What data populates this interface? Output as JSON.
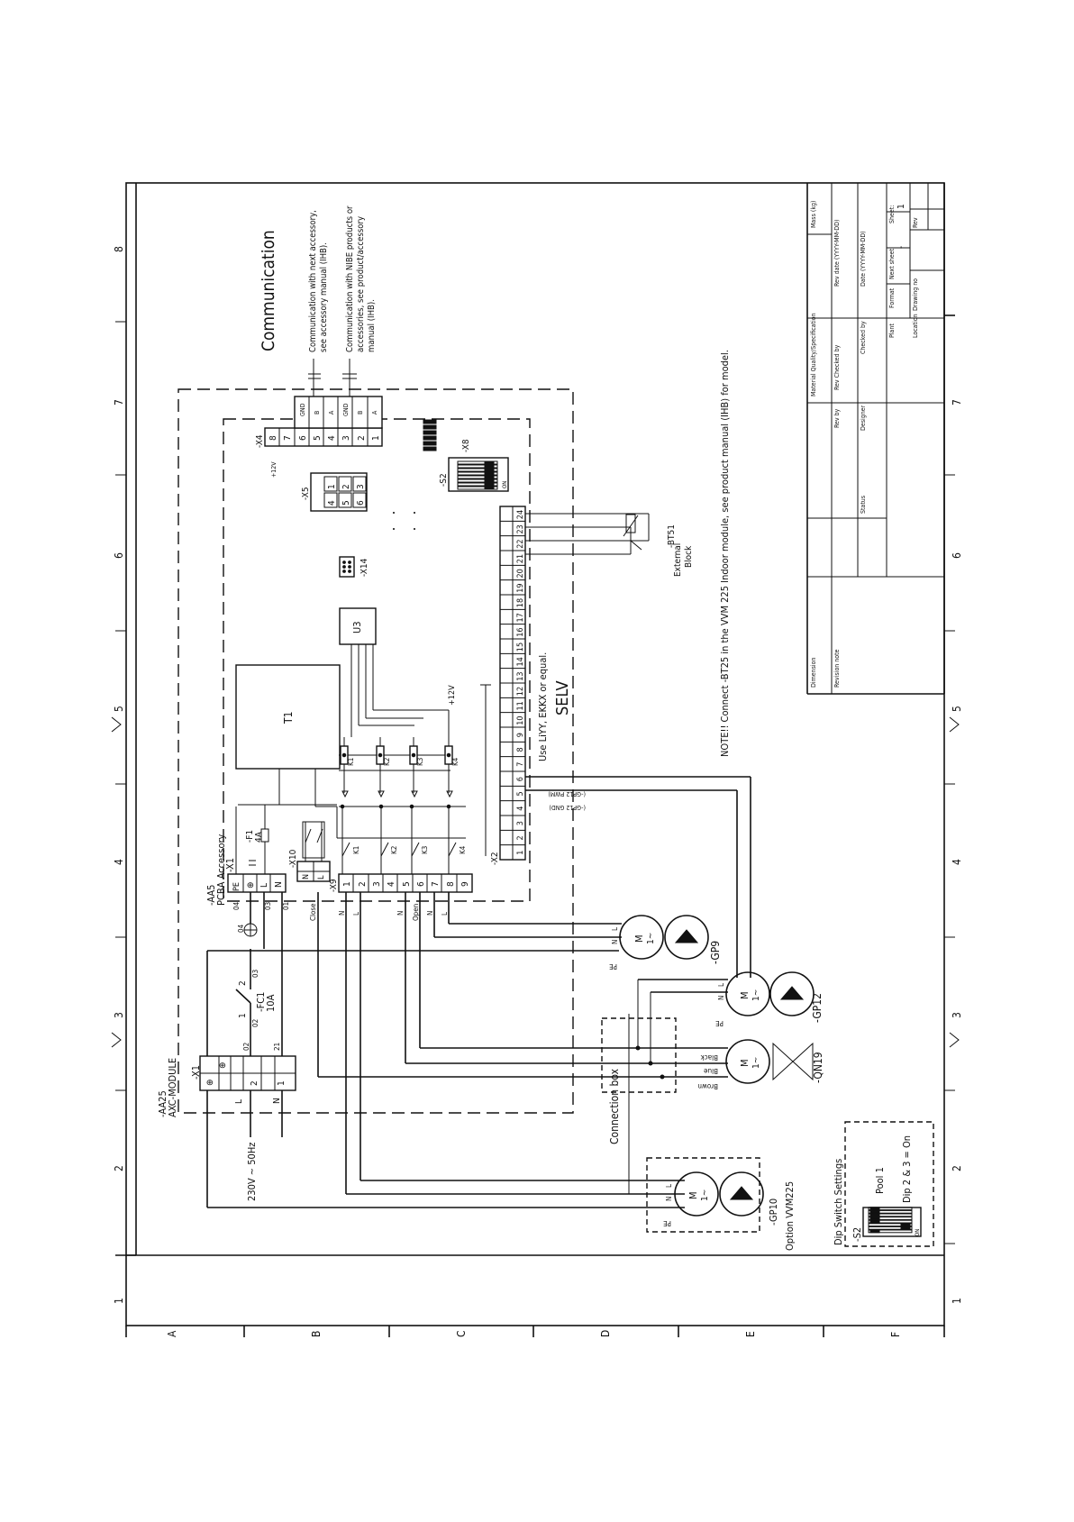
{
  "communication": {
    "title": "Communication",
    "note_accessory_l1": "Communication with next accessory,",
    "note_accessory_l2": "see accessory manual (IHB).",
    "note_nibe_l1": "Communication with NIBE products or",
    "note_nibe_l2": "accessories, see product/accessory",
    "note_nibe_l3": "manual (IHB)."
  },
  "modules": {
    "aa25_l1": "-AA25",
    "aa25_l2": "AXC-MODULE",
    "aa5_l1": "-AA5",
    "aa5_l2": "PCBA Accessory",
    "t1": "T1",
    "u3": "U3",
    "x1_aa5": "-X1",
    "x1_aa25": "-X1",
    "x2": "-X2",
    "x4": "-X4",
    "x5": "-X5",
    "x8": "-X8",
    "x9": "-X9",
    "x10": "-X10",
    "x14": "-X14",
    "s2": "-S2",
    "f1_l1": "-F1",
    "f1_l2": "4A",
    "fc1_l1": "-FC1",
    "fc1_l2": "10A",
    "bt51": "-BT51",
    "external_l1": "External",
    "external_l2": "Block",
    "connection_box": "Connection box",
    "supply": "230V ~ 50Hz",
    "plus12v_x4": "+12V",
    "plus12v_relay": "+12V"
  },
  "cable_note": {
    "l1": "Use LiYY, EKKX or equal.",
    "l2": "SELV"
  },
  "model_note": "NOTE!! Connect -BT25 in the VVM 225 Indoor module, see product manual (IHB) for model.",
  "relays": [
    "K1",
    "K2",
    "K3",
    "K4"
  ],
  "x4_terminals": [
    "8",
    "7",
    "6",
    "5",
    "4",
    "3",
    "2",
    "1"
  ],
  "x4_wires": [
    "GND",
    "B",
    "A",
    "GND",
    "B",
    "A"
  ],
  "x5_terminals": [
    "1",
    "2",
    "3",
    "4",
    "5",
    "6"
  ],
  "x9_terminals": [
    "1",
    "2",
    "3",
    "4",
    "5",
    "6",
    "7",
    "8",
    "9"
  ],
  "x1_aa5_terminals": [
    "PE",
    "⊕",
    "L",
    "N"
  ],
  "x10_terminals": [
    "N",
    "L"
  ],
  "x2_terminals": [
    "1",
    "2",
    "3",
    "4",
    "5",
    "6",
    "7",
    "8",
    "9",
    "10",
    "11",
    "12",
    "13",
    "14",
    "15",
    "16",
    "17",
    "18",
    "19",
    "20",
    "21",
    "22",
    "23",
    "24"
  ],
  "aa25_terminals": [
    "⊕",
    "L",
    "2",
    "N",
    "1"
  ],
  "wire_labels": {
    "n": "N",
    "l": "L",
    "close": "Close",
    "open": "Open",
    "pe": "PE",
    "gp12_gnd": "(-GP12 GND)",
    "gp12_pwm": "(-GP12 PWM)",
    "black": "Black",
    "blue": "Blue",
    "brown": "Brown",
    "w04": "04",
    "w03": "03",
    "w01": "01",
    "w02": "02",
    "w21": "21"
  },
  "motors": {
    "gp9": "-GP9",
    "gp12": "-GP12",
    "qn19": "-QN19",
    "gp10": "-GP10",
    "gp10_option": "Option VVM225",
    "motor_symbol": "M",
    "motor_phase": "1~"
  },
  "dip": {
    "title": "Dip Switch Settings",
    "s2": "-S2",
    "pool": "Pool 1",
    "setting": "Dip 2 & 3 = On",
    "on": "ON"
  },
  "title_block": {
    "mass": "Mass (kg)",
    "material": "Material Quality/Specification",
    "rev_date": "Rev date (YYYY-MM-DD)",
    "rev_checked": "Rev Checked by",
    "rev_by": "Rev by",
    "date": "Date (YYYY-MM-DD)",
    "checked_by": "Checked by",
    "designer": "Designer",
    "status": "Status",
    "sheet": "Sheet:",
    "sheet_value": "1",
    "next_sheet": "Next sheet:",
    "next_sheet_value": "-",
    "format": "Format",
    "plant": "Plant",
    "drawing_no": "Drawing no",
    "location": "Location",
    "rev": "Rev",
    "dimension": "Dimension",
    "revision_note": "Revision note"
  },
  "grid": {
    "columns": [
      "1",
      "2",
      "3",
      "4",
      "5",
      "6",
      "7",
      "8"
    ],
    "rows": [
      "A",
      "B",
      "C",
      "D",
      "E",
      "F"
    ]
  }
}
